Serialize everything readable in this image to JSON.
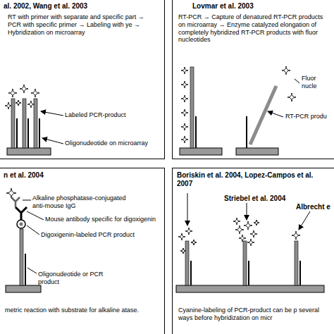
{
  "diagram": {
    "nodes": [
      {
        "text": [
          "al. 2002, Wang et al. 2003",
          "RT with primer with separate and specific part → PCR with specific primer → Labeling with ye → Hybridization on microarray"
        ]
      },
      {
        "text": [
          "Lovmar et al. 2003",
          "RT-PCR → Capture of denatured RT-PCR products on microarray → Enzyme catalyzed elongation of completely hybridized RT-PCR products with fluor nucleotides"
        ]
      },
      {
        "text": [
          "n et al. 2004",
          "metric reaction with substrate for alkaline atase."
        ]
      },
      {
        "text": [
          "Boriskin et al. 2004, Lopez-Campos et al. 2007",
          "Cyanine-labeling of PCR-product can be p several ways before hybridization on micr"
        ]
      }
    ],
    "labels": [
      "Labeled PCR-product",
      "Oligonudeotide on microarray",
      "Fluor",
      "nucle",
      "RT-PCR produ",
      "Alkaline phosphatase-conjugated anti-mouse IgG",
      "Mouse antibody specific for digoxigenin",
      "Digoxigenin-labeled PCR product",
      "Oligonudeotide or PCR product",
      "Striebel et al. 2004",
      "Albrecht e"
    ]
  }
}
